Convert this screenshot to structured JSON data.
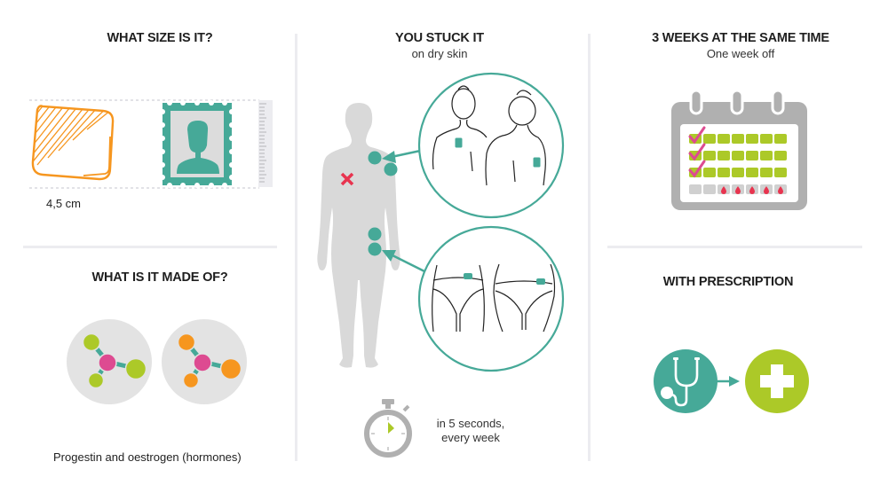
{
  "colors": {
    "teal": "#46a998",
    "green": "#acc928",
    "orange": "#f6961f",
    "pink": "#dd4b91",
    "red": "#e8344f",
    "gray_body": "#d9d9d9",
    "gray_icon": "#b0b0b0",
    "divider": "#ececf0"
  },
  "size_section": {
    "title": "WHAT SIZE IS IT?",
    "measurement": "4,5 cm",
    "icons": [
      "patch-icon",
      "stamp-icon",
      "ruler-icon"
    ]
  },
  "composition_section": {
    "title": "WHAT IS IT MADE OF?",
    "caption": "Progestin and oestrogen (hormones)",
    "molecules": [
      {
        "name": "progestin-molecule",
        "color": "#acc928"
      },
      {
        "name": "oestrogen-molecule",
        "color": "#f6961f"
      }
    ]
  },
  "application_section": {
    "title": "YOU STUCK IT",
    "subtitle": "on dry skin",
    "sites": [
      "upper-back-shoulder",
      "buttocks-abdomen"
    ],
    "forbidden_site": "breast",
    "timer_line1": "in 5 seconds,",
    "timer_line2": "every week"
  },
  "schedule_section": {
    "title": "3 WEEKS AT THE SAME TIME",
    "subtitle": "One week off",
    "calendar": {
      "patch_weeks": 3,
      "days_per_week": 7,
      "off_week": [
        "empty",
        "empty",
        "drop",
        "drop",
        "drop",
        "drop",
        "drop"
      ]
    }
  },
  "prescription_section": {
    "title": "WITH PRESCRIPTION",
    "icons": [
      "stethoscope-icon",
      "pharmacy-cross-icon"
    ]
  }
}
